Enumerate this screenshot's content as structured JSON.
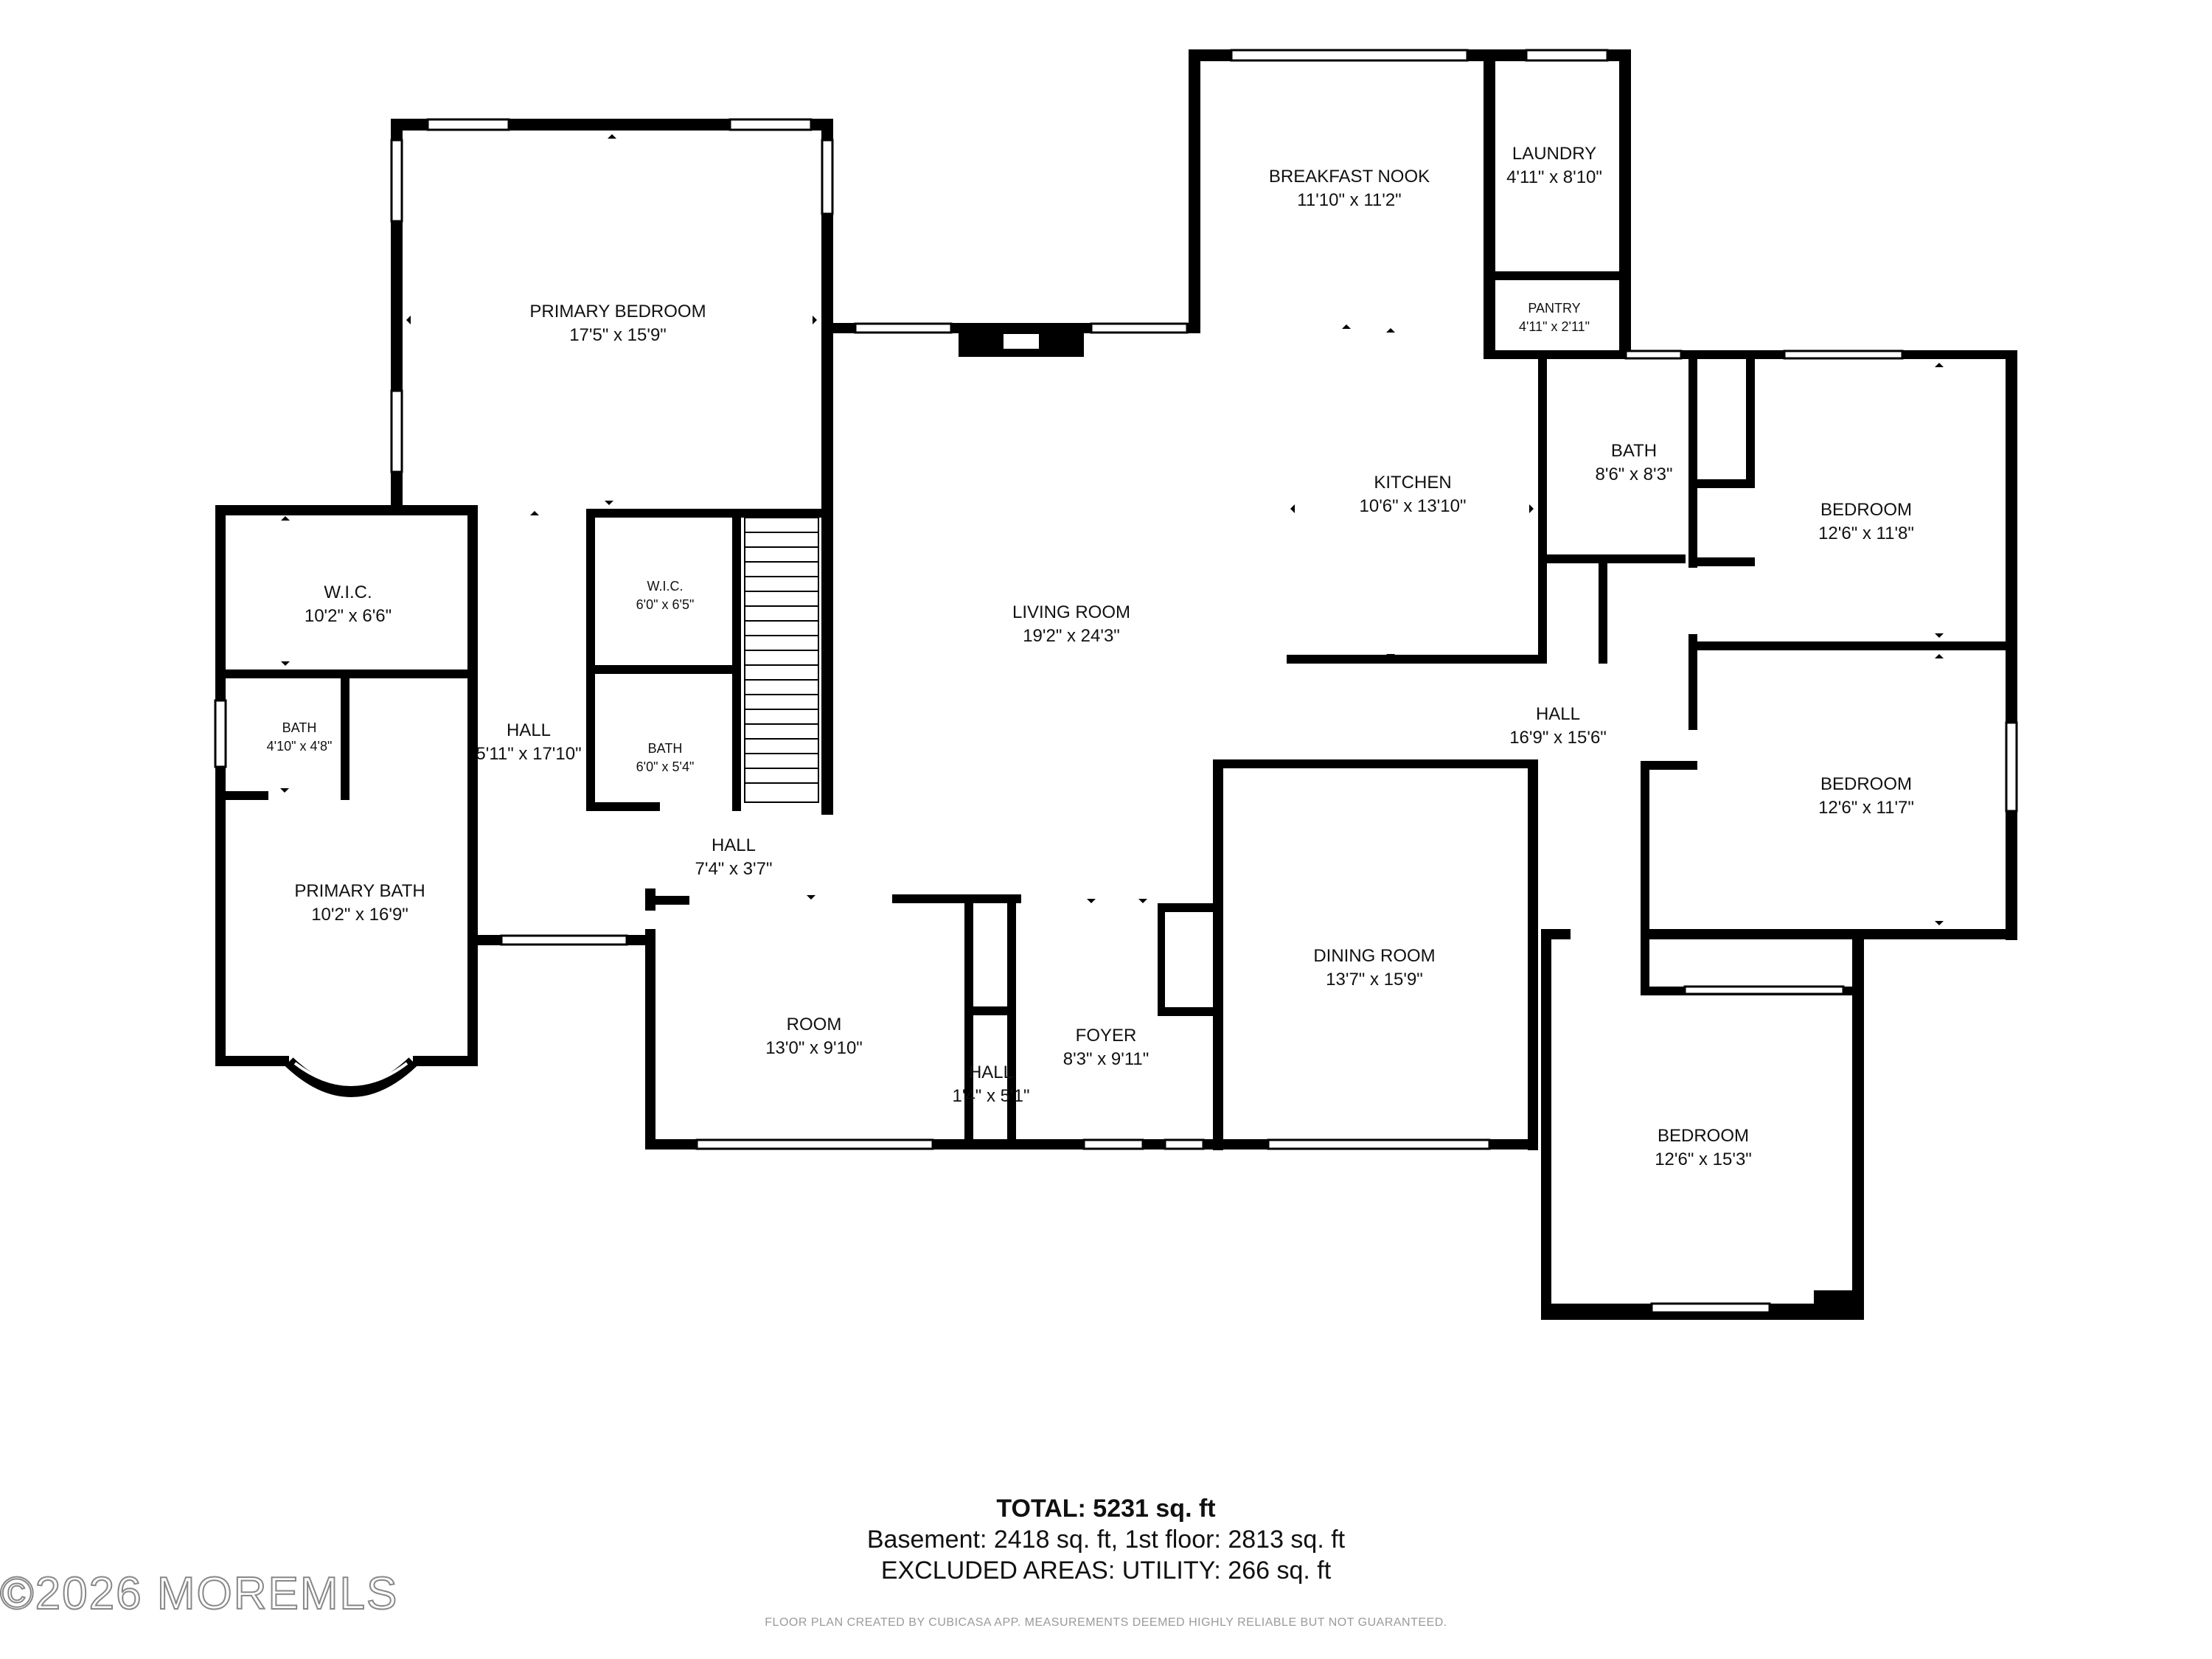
{
  "rooms": {
    "primary_bedroom": {
      "name": "PRIMARY BEDROOM",
      "dims": "17'5\" x 15'9\""
    },
    "breakfast_nook": {
      "name": "BREAKFAST NOOK",
      "dims": "11'10\" x 11'2\""
    },
    "laundry": {
      "name": "LAUNDRY",
      "dims": "4'11\" x 8'10\""
    },
    "pantry": {
      "name": "PANTRY",
      "dims": "4'11\" x 2'11\""
    },
    "kitchen": {
      "name": "KITCHEN",
      "dims": "10'6\" x 13'10\""
    },
    "living_room": {
      "name": "LIVING ROOM",
      "dims": "19'2\" x 24'3\""
    },
    "bath_center": {
      "name": "BATH",
      "dims": "8'6\" x 8'3\""
    },
    "bedroom_upper": {
      "name": "BEDROOM",
      "dims": "12'6\" x 11'8\""
    },
    "wic_left": {
      "name": "W.I.C.",
      "dims": "10'2\" x 6'6\""
    },
    "wic_small": {
      "name": "W.I.C.",
      "dims": "6'0\" x 6'5\""
    },
    "hall_left": {
      "name": "HALL",
      "dims": "5'11\" x 17'10\""
    },
    "bath_small_left": {
      "name": "BATH",
      "dims": "4'10\" x 4'8\""
    },
    "bath_middle": {
      "name": "BATH",
      "dims": "6'0\" x 5'4\""
    },
    "hall_right": {
      "name": "HALL",
      "dims": "16'9\" x 15'6\""
    },
    "bedroom_middle": {
      "name": "BEDROOM",
      "dims": "12'6\" x 11'7\""
    },
    "hall_small": {
      "name": "HALL",
      "dims": "7'4\" x 3'7\""
    },
    "primary_bath": {
      "name": "PRIMARY BATH",
      "dims": "10'2\" x 16'9\""
    },
    "dining_room": {
      "name": "DINING ROOM",
      "dims": "13'7\" x 15'9\""
    },
    "room": {
      "name": "ROOM",
      "dims": "13'0\" x 9'10\""
    },
    "foyer": {
      "name": "FOYER",
      "dims": "8'3\" x 9'11\""
    },
    "hall_tiny": {
      "name": "HALL",
      "dims": "1'4\" x 5'1\""
    },
    "bedroom_lower": {
      "name": "BEDROOM",
      "dims": "12'6\" x 15'3\""
    }
  },
  "summary": {
    "total": "TOTAL: 5231 sq. ft",
    "floors": "Basement: 2418 sq. ft, 1st floor: 2813 sq. ft",
    "excluded": "EXCLUDED AREAS: UTILITY: 266 sq. ft"
  },
  "watermark": "©2026 MOREMLS",
  "credit": "FLOOR PLAN CREATED BY CUBICASA APP. MEASUREMENTS DEEMED HIGHLY RELIABLE BUT NOT GUARANTEED."
}
